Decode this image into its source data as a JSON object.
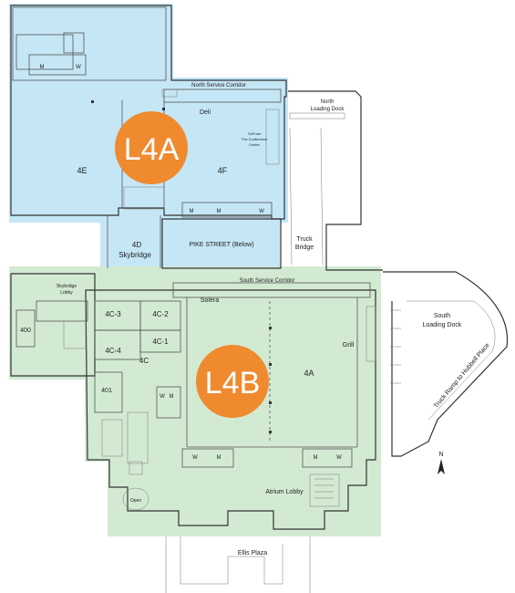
{
  "zones": {
    "l4a": {
      "label": "L4A",
      "color": "#c5e6f5",
      "badge_color": "#ef8a2f"
    },
    "l4b": {
      "label": "L4B",
      "color": "#d3ead2",
      "badge_color": "#ef8a2f"
    }
  },
  "rooms": {
    "r4e": "4E",
    "r4f": "4F",
    "r4a": "4A",
    "r4c": "4C",
    "r4c1": "4C-1",
    "r4c2": "4C-2",
    "r4c3": "4C-3",
    "r4c4": "4C-4",
    "r400": "400",
    "r401": "401",
    "r4d": "4D",
    "skybridge": "Skybridge"
  },
  "places": {
    "deli": "Deli",
    "solera": "Solera",
    "grill": "Grill",
    "north_service_corridor": "North Service Corridor",
    "south_service_corridor": "South Service Corridor",
    "north_loading_dock_1": "North",
    "north_loading_dock_2": "Loading Dock",
    "south_loading_dock_1": "South",
    "south_loading_dock_2": "Loading Dock",
    "truck_bridge_1": "Truck",
    "truck_bridge_2": "Bridge",
    "pike_street": "PIKE STREET (Below)",
    "truck_ramp": "Truck Ramp to Hubbell Place",
    "atrium_lobby": "Atrium Lobby",
    "ellis_plaza": "Ellis Plaza",
    "skybridge_lobby_1": "Skybridge",
    "skybridge_lobby_2": "Lobby",
    "open": "Open",
    "conf_center_1": "To/From",
    "conf_center_2": "The Conference",
    "conf_center_3": "Center"
  },
  "restroom": {
    "men": "M",
    "women": "W"
  },
  "compass": {
    "label": "N",
    "icon": "north-arrow-icon"
  }
}
